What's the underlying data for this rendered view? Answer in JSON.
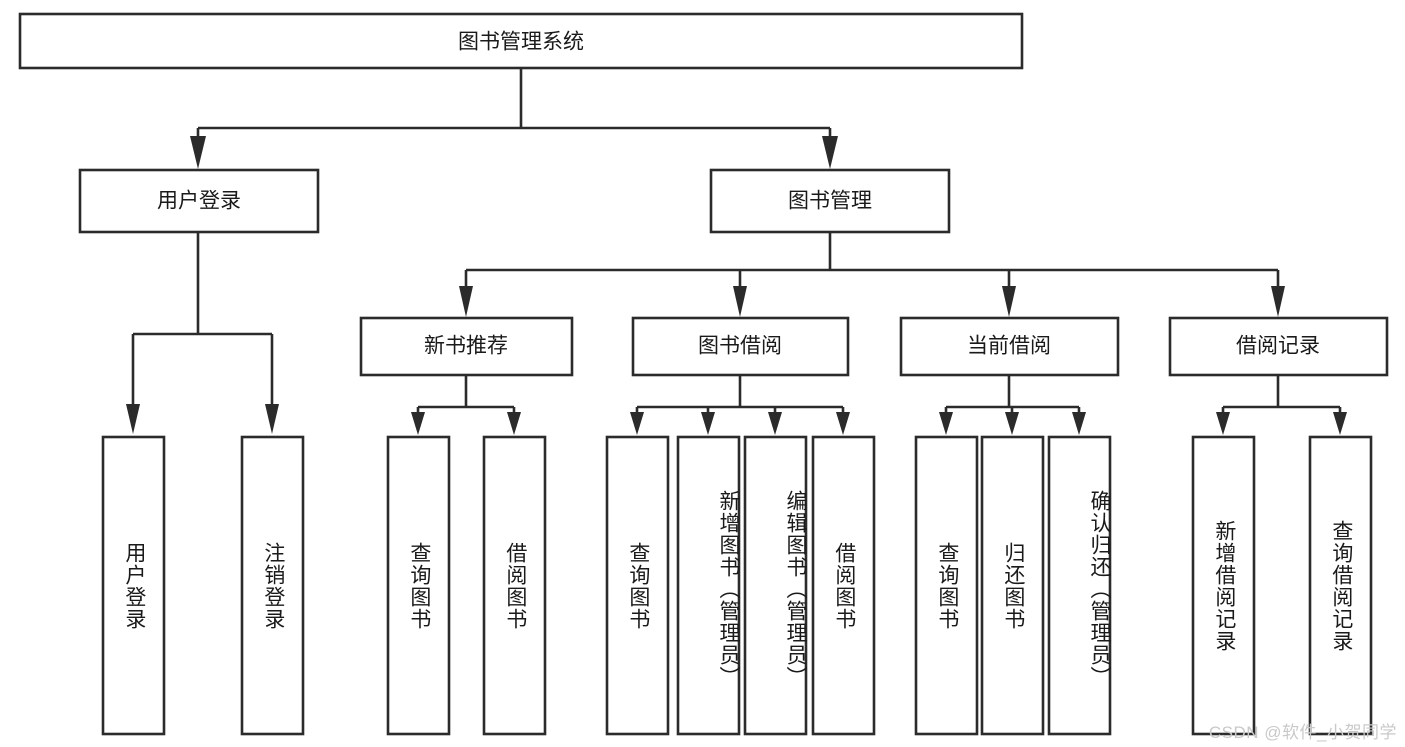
{
  "diagram": {
    "title": "图书管理系统",
    "type": "hierarchy-tree",
    "watermark": "CSDN @软件_小贺同学",
    "colors": {
      "stroke": "#2b2b2b",
      "fill": "#ffffff",
      "text": "#1a1a1a",
      "watermark": "#c9c9c9"
    },
    "levels": {
      "root": {
        "label": "图书管理系统"
      },
      "level2": [
        {
          "label": "用户登录"
        },
        {
          "label": "图书管理"
        }
      ],
      "level3": [
        {
          "label": "新书推荐"
        },
        {
          "label": "图书借阅"
        },
        {
          "label": "当前借阅"
        },
        {
          "label": "借阅记录"
        }
      ],
      "leaves": {
        "user_login": [
          {
            "label": "用户登录"
          },
          {
            "label": "注销登录"
          }
        ],
        "new_book_rec": [
          {
            "label": "查询图书"
          },
          {
            "label": "借阅图书"
          }
        ],
        "book_borrow": [
          {
            "label": "查询图书"
          },
          {
            "label": "新增图书（管理员）"
          },
          {
            "label": "编辑图书（管理员）"
          },
          {
            "label": "借阅图书"
          }
        ],
        "current_borrow": [
          {
            "label": "查询图书"
          },
          {
            "label": "归还图书"
          },
          {
            "label": "确认归还（管理员）"
          }
        ],
        "borrow_record": [
          {
            "label": "新增借阅记录"
          },
          {
            "label": "查询借阅记录"
          }
        ]
      }
    }
  }
}
